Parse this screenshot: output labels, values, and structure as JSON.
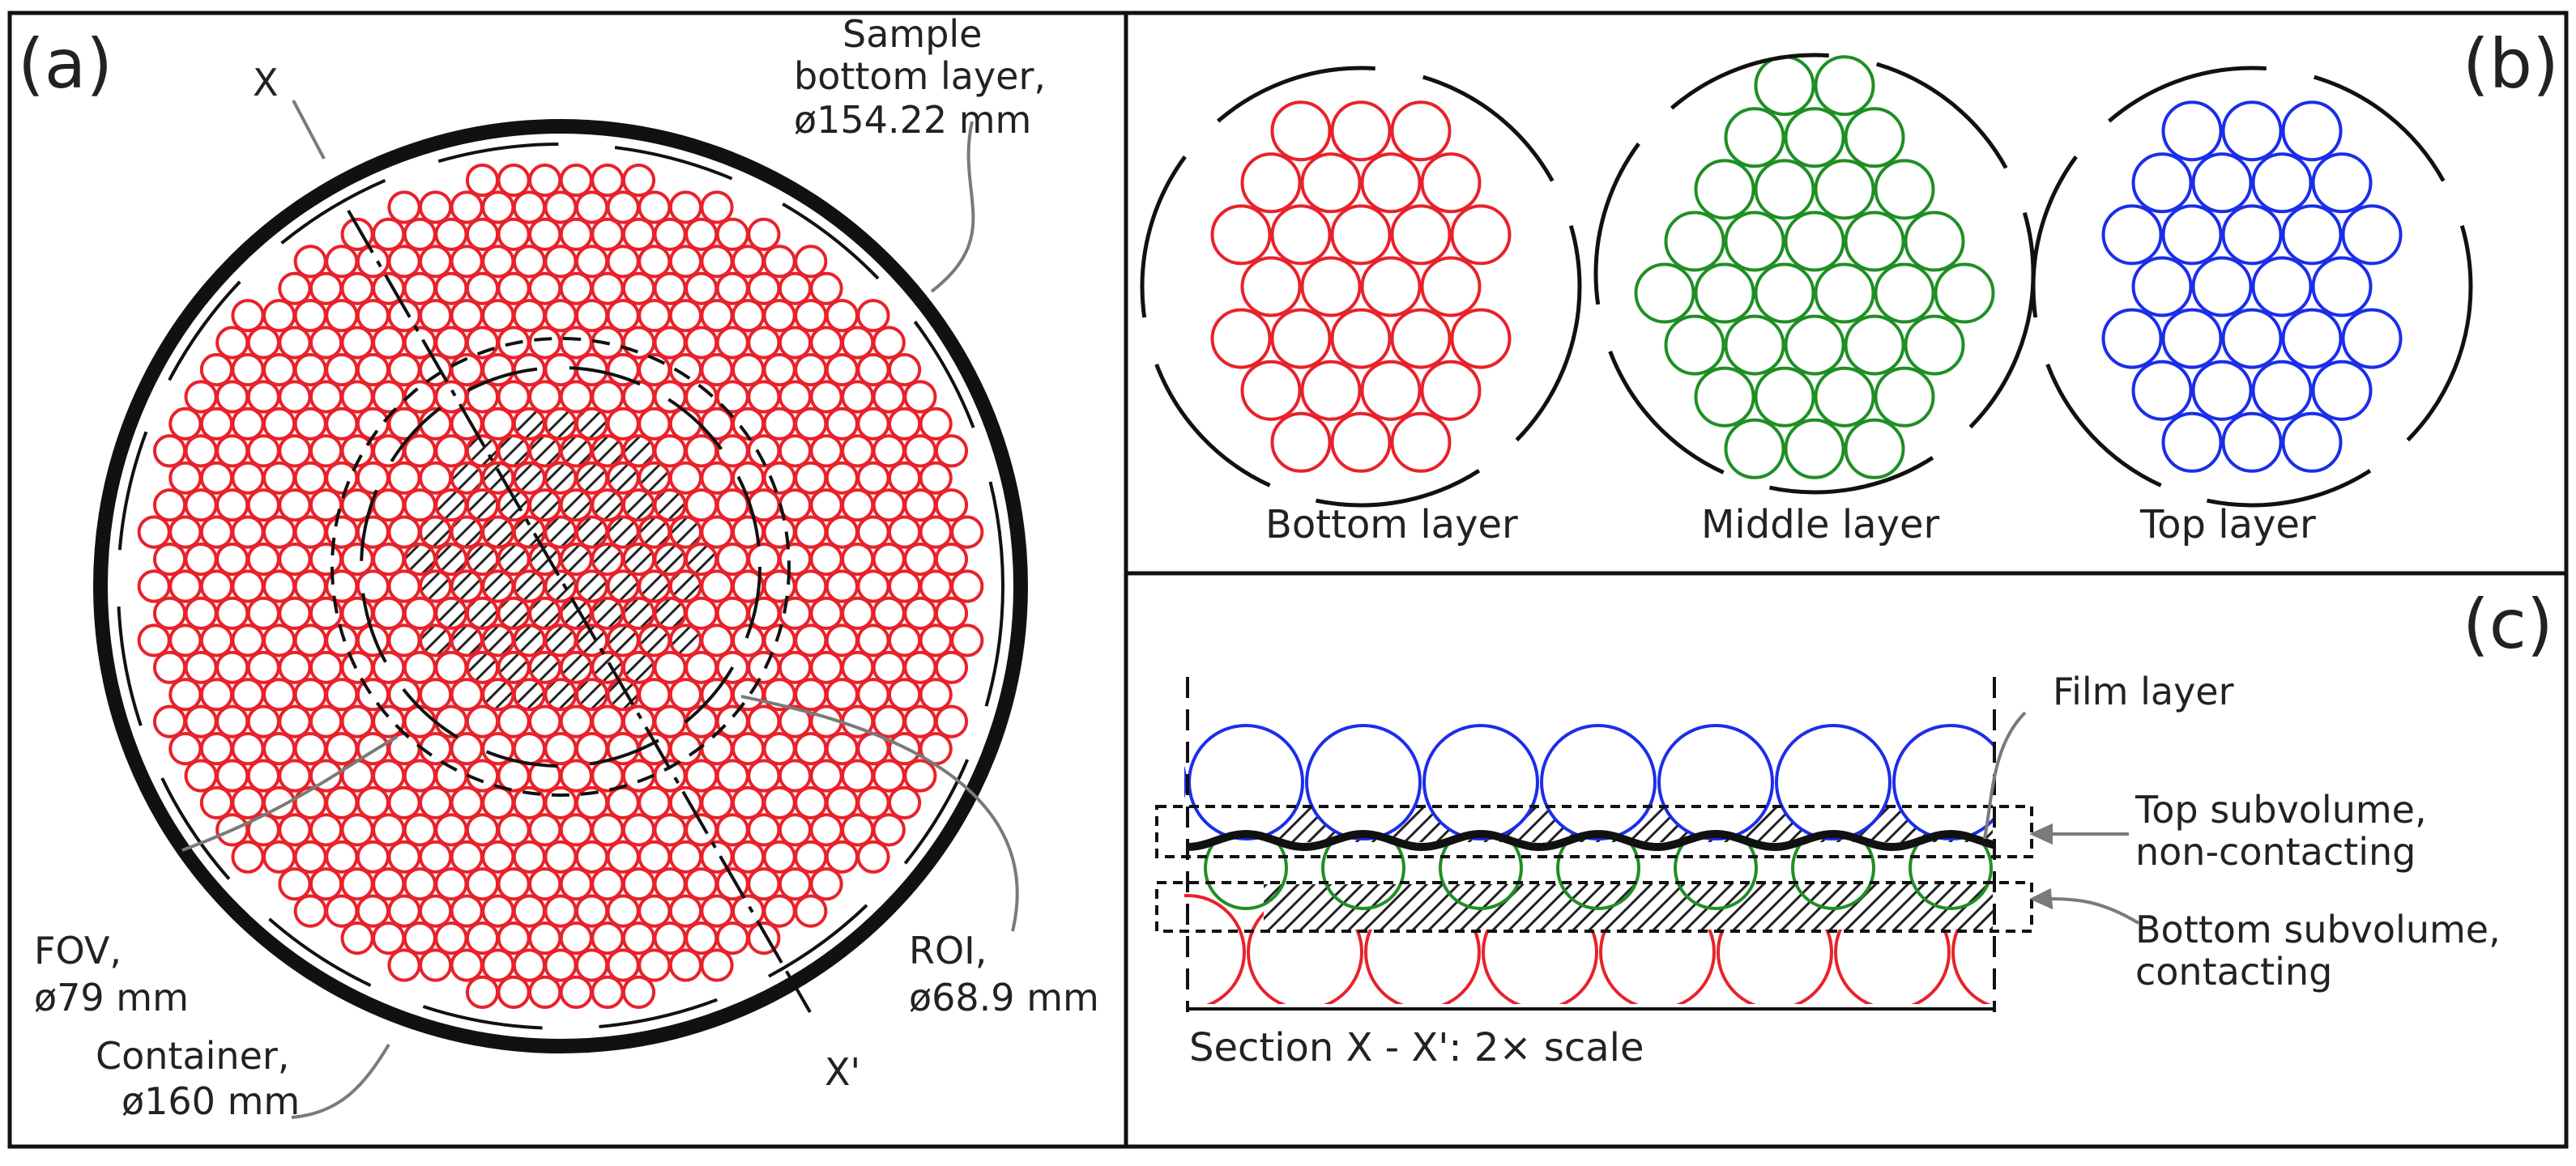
{
  "colors": {
    "bottom": "#e8222a",
    "middle": "#1f8f24",
    "top": "#1b2ee8",
    "frame": "#111111",
    "leader": "#7a7a7a",
    "hatch": "#222222"
  },
  "panel_a": {
    "letter": "(a)",
    "section_start": "X",
    "section_end": "X'",
    "sample_label": [
      "Sample",
      "bottom layer,",
      "ø154.22 mm"
    ],
    "fov_label": [
      "FOV,",
      "ø79 mm"
    ],
    "roi_label": [
      "ROI,",
      "ø68.9 mm"
    ],
    "container_label": [
      "Container,",
      "ø160 mm"
    ]
  },
  "panel_b": {
    "letter": "(b)",
    "bottom_caption": "Bottom layer",
    "middle_caption": "Middle layer",
    "top_caption": "Top layer"
  },
  "panel_c": {
    "letter": "(c)",
    "film_label": "Film layer",
    "top_sub_label": [
      "Top subvolume,",
      "non-contacting"
    ],
    "bottom_sub_label": [
      "Bottom subvolume,",
      "contacting"
    ],
    "section_caption": "Section X - X': 2× scale"
  }
}
